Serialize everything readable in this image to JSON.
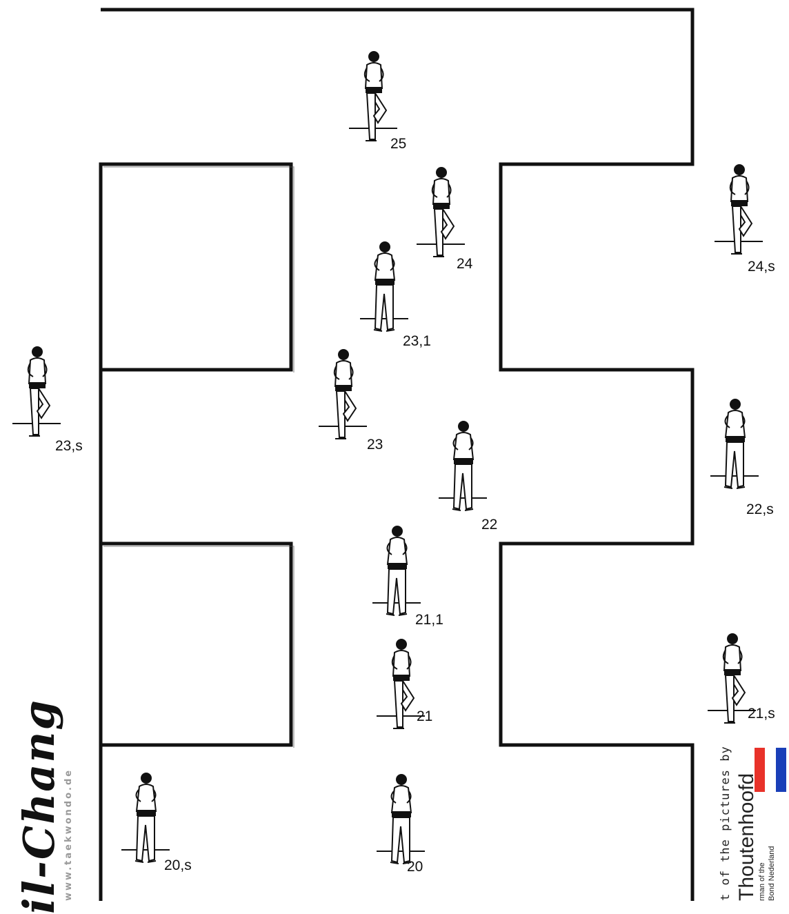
{
  "diagram": {
    "title": "il-Chang",
    "website": "www.taekwondo.de",
    "credits": {
      "line1": "t of the pictures by",
      "name": "Thoutenhoofd",
      "line3": "rman of the",
      "line4": "Bond Nederland"
    },
    "flag_colors": {
      "red": "#e8322a",
      "white": "#ffffff",
      "blue": "#1a3fb8"
    },
    "positions": [
      {
        "id": "25",
        "label": "25"
      },
      {
        "id": "24",
        "label": "24"
      },
      {
        "id": "24s",
        "label": "24,s"
      },
      {
        "id": "23-1",
        "label": "23,1"
      },
      {
        "id": "23",
        "label": "23"
      },
      {
        "id": "23s",
        "label": "23,s"
      },
      {
        "id": "22",
        "label": "22"
      },
      {
        "id": "22s",
        "label": "22,s"
      },
      {
        "id": "21-1",
        "label": "21,1"
      },
      {
        "id": "21",
        "label": "21"
      },
      {
        "id": "21s",
        "label": "21,s"
      },
      {
        "id": "20",
        "label": "20"
      },
      {
        "id": "20s",
        "label": "20,s"
      }
    ]
  }
}
